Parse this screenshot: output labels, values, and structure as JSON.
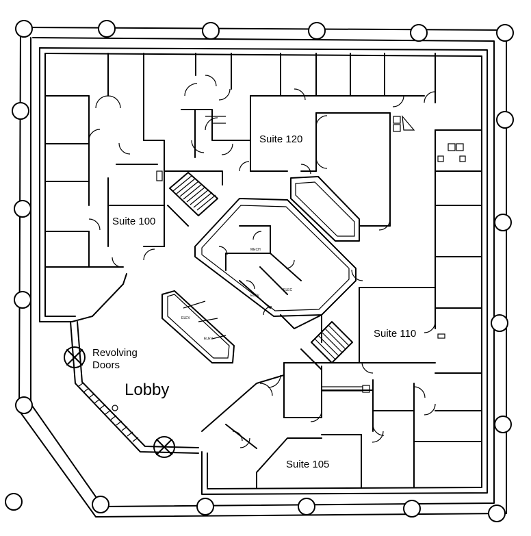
{
  "labels": {
    "suite_120": "Suite 120",
    "suite_100": "Suite 100",
    "suite_110": "Suite 110",
    "suite_105": "Suite 105",
    "lobby": "Lobby",
    "revolving_doors_line1": "Revolving",
    "revolving_doors_line2": "Doors",
    "elev_1": "ELEV",
    "elev_2": "ELEV",
    "elev_3": "ELEV",
    "mech": "MECH",
    "elec": "ELEC"
  }
}
